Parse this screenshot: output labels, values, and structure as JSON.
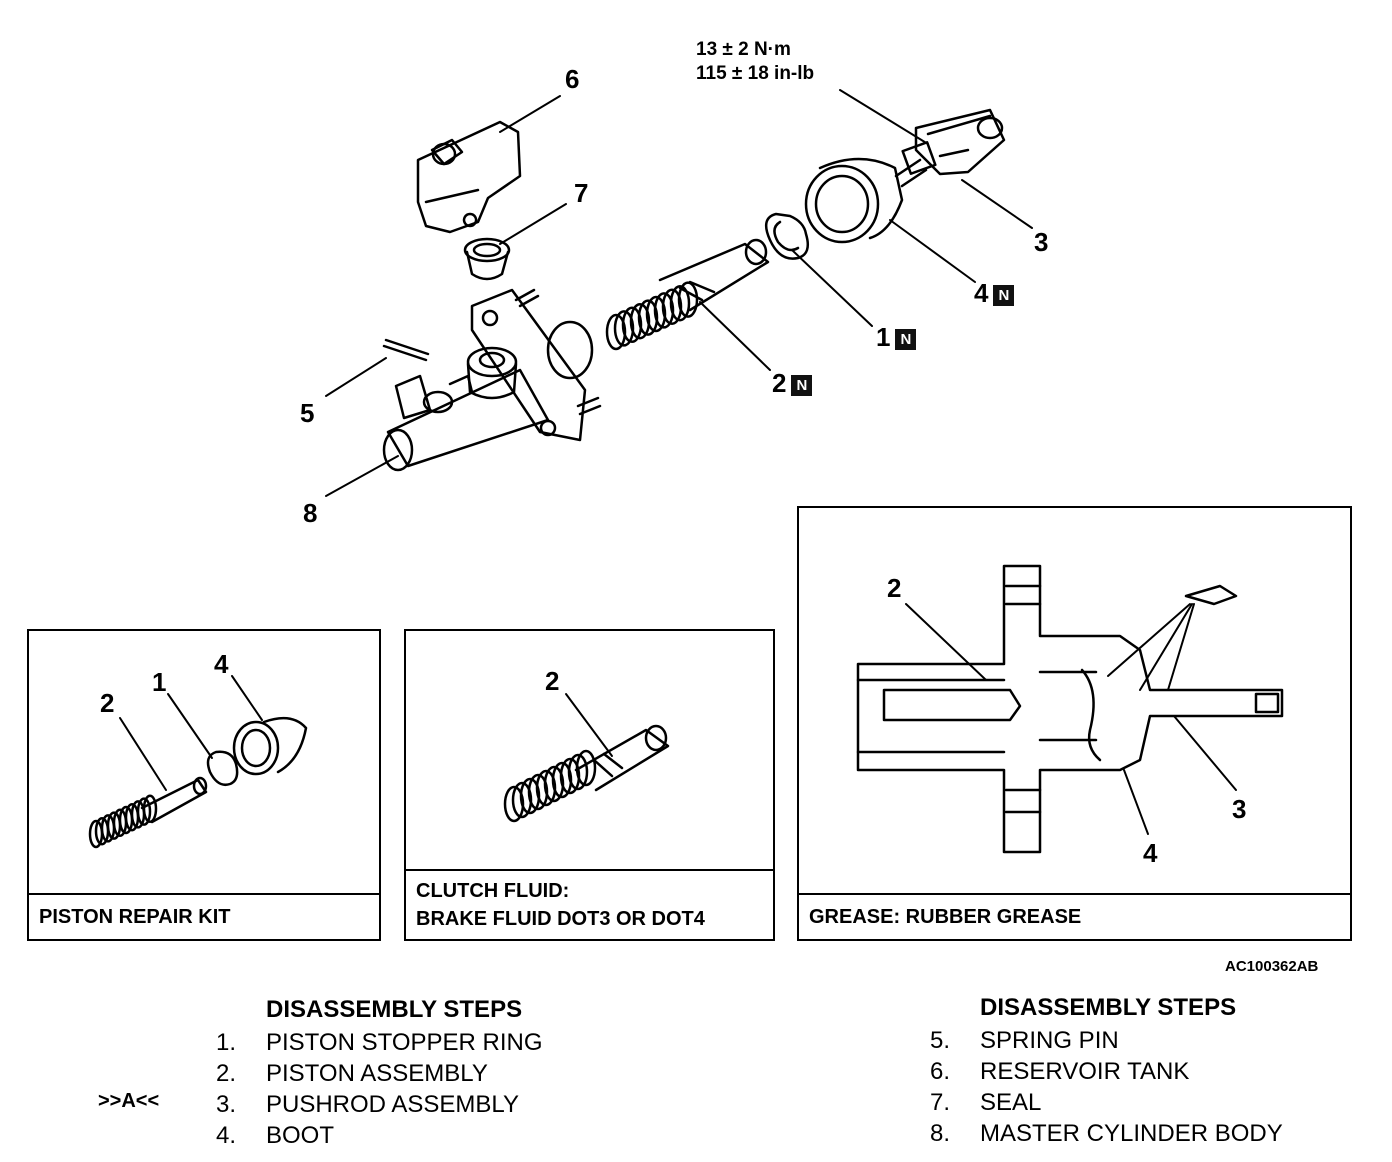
{
  "torque": {
    "line1": "13 ± 2 N·m",
    "line2": "115 ± 18 in-lb"
  },
  "callouts": {
    "c6": "6",
    "c7": "7",
    "c3": "3",
    "c4": "4",
    "c1": "1",
    "c2": "2",
    "c5": "5",
    "c8": "8",
    "new_part_mark": "N"
  },
  "panels": {
    "kit": {
      "caption": "PISTON REPAIR KIT",
      "c2": "2",
      "c1": "1",
      "c4": "4"
    },
    "fluid": {
      "caption_line1": "CLUTCH FLUID:",
      "caption_line2": "BRAKE FLUID DOT3 OR DOT4",
      "c2": "2"
    },
    "grease": {
      "caption": "GREASE: RUBBER GREASE",
      "c2": "2",
      "c3": "3",
      "c4": "4"
    }
  },
  "figure_code": "AC100362AB",
  "steps_left": {
    "heading": "DISASSEMBLY STEPS",
    "items": [
      {
        "num": "1.",
        "text": "PISTON STOPPER RING",
        "mark": ""
      },
      {
        "num": "2.",
        "text": "PISTON ASSEMBLY",
        "mark": ""
      },
      {
        "num": "3.",
        "text": "PUSHROD ASSEMBLY",
        "mark": ">>A<<"
      },
      {
        "num": "4.",
        "text": "BOOT",
        "mark": ""
      }
    ]
  },
  "steps_right": {
    "heading": "DISASSEMBLY STEPS",
    "items": [
      {
        "num": "5.",
        "text": "SPRING PIN"
      },
      {
        "num": "6.",
        "text": "RESERVOIR TANK"
      },
      {
        "num": "7.",
        "text": "SEAL"
      },
      {
        "num": "8.",
        "text": "MASTER CYLINDER BODY"
      }
    ]
  }
}
